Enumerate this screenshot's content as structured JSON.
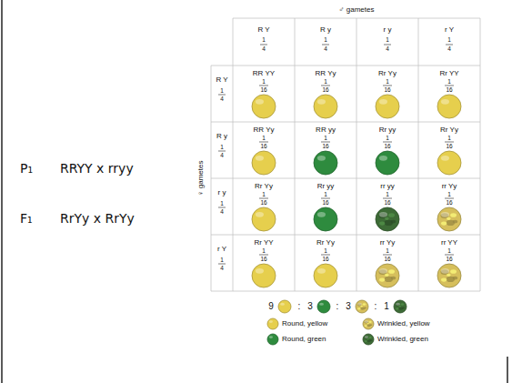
{
  "diagram": {
    "labels": [
      "P₁",
      "RRYY x rryy",
      "F₁",
      "RrYy x RrYy",
      "♂ gametes",
      "R Y",
      "1",
      "4",
      "R y",
      "1",
      "4",
      "r y",
      "1",
      "4",
      "r Y",
      "1",
      "4",
      "♀ gametes",
      "R Y",
      "1",
      "4",
      "R y",
      "1",
      "4",
      "r y",
      "1",
      "4",
      "r Y",
      "1",
      "4",
      "RR YY",
      "1",
      "16",
      "RR Yy",
      "1",
      "16",
      "Rr Yy",
      "1",
      "16",
      "Rr YY",
      "1",
      "16",
      "RR Yy",
      "1",
      "16",
      "RR yy",
      "1",
      "16",
      "Rr yy",
      "1",
      "16",
      "Rr Yy",
      "1",
      "16",
      "Rr Yy",
      "1",
      "16",
      "Rr yy",
      "1",
      "16",
      "rr yy",
      "1",
      "16",
      "rr Yy",
      "1",
      "16",
      "Rr YY",
      "1",
      "16",
      "Rr Yy",
      "1",
      "16",
      "rr Yy",
      "1",
      "16",
      "rr YY",
      "1",
      "16",
      "9",
      ":",
      "3",
      ":",
      "3",
      ":",
      "1"
    ],
    "legend": [
      {
        "text": "Round, yellow",
        "color": "#e6cf4d"
      },
      {
        "text": "Wrinkled, yellow",
        "color": "#d6bf5c"
      },
      {
        "text": "Round, green",
        "color": "#2e8b3e"
      },
      {
        "text": "Wrinkled, green",
        "color": "#3d6b36"
      }
    ]
  }
}
